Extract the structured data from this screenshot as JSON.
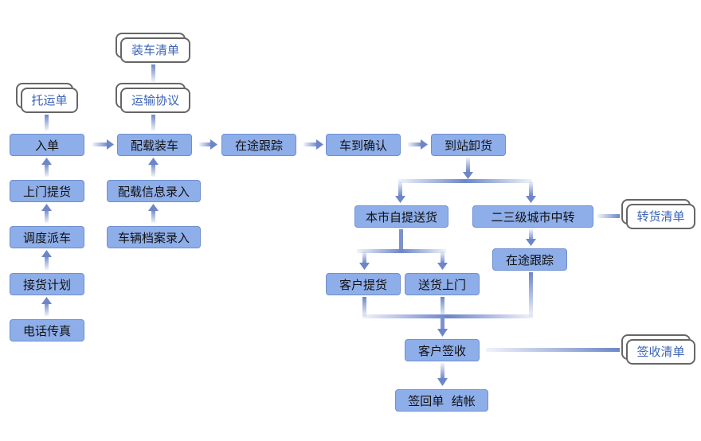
{
  "nodes": {
    "rudan": "入单",
    "shangmen_tihuo": "上门提货",
    "diaodu_paiche": "调度派车",
    "jiehuo_jihua": "接货计划",
    "dianhua_chuanzhen": "电话传真",
    "peizai_zhuangche": "配载装车",
    "peizai_xinxi": "配载信息录入",
    "cheliang_dangan": "车辆档案录入",
    "zaitu_genzong": "在途跟踪",
    "chedao_queren": "车到确认",
    "daozhan_xiehuo": "到站卸货",
    "benshi": "本市自提送货",
    "zhongzhuan": "二三级城市中转",
    "zaitu_genzong_2": "在途跟踪",
    "kehu_tihuo": "客户提货",
    "songhuo_shangmen": "送货上门",
    "kehu_qianshou": "客户签收",
    "qianhuidan": "签回单  结帐"
  },
  "documents": {
    "tuoyundan": "托运单",
    "yunshu_xieyi": "运输协议",
    "zhuangche_qingdan": "装车清单",
    "zhuanhuo_qingdan": "转货清单",
    "qianshou_qingdan": "签收清单"
  },
  "colors": {
    "node_fill": "#8eaee9",
    "arrow": "#6d86c8",
    "doc_text": "#3a63b8"
  }
}
